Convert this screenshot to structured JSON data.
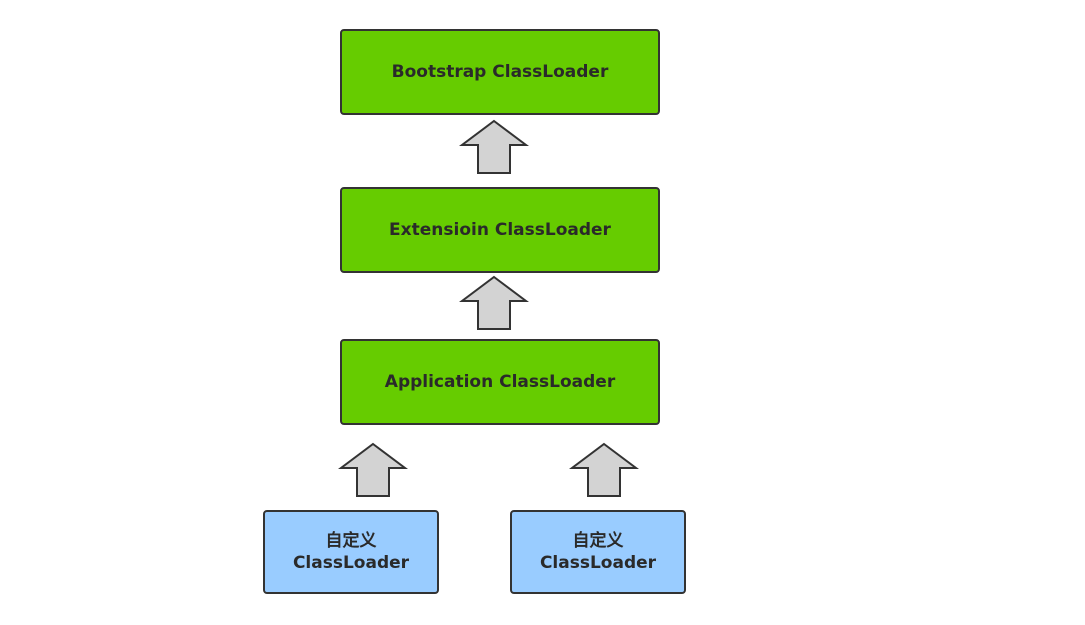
{
  "nodes": {
    "bootstrap": {
      "label": "Bootstrap ClassLoader"
    },
    "extension": {
      "label": "Extensioin ClassLoader"
    },
    "application": {
      "label": "Application ClassLoader"
    },
    "custom_1": {
      "line1": "自定义",
      "line2": "ClassLoader"
    },
    "custom_2": {
      "line1": "自定义",
      "line2": "ClassLoader"
    }
  },
  "colors": {
    "parent_node_fill": "#66cc00",
    "custom_node_fill": "#99ccff",
    "arrow_fill": "#d3d3d3",
    "stroke": "#333333"
  }
}
